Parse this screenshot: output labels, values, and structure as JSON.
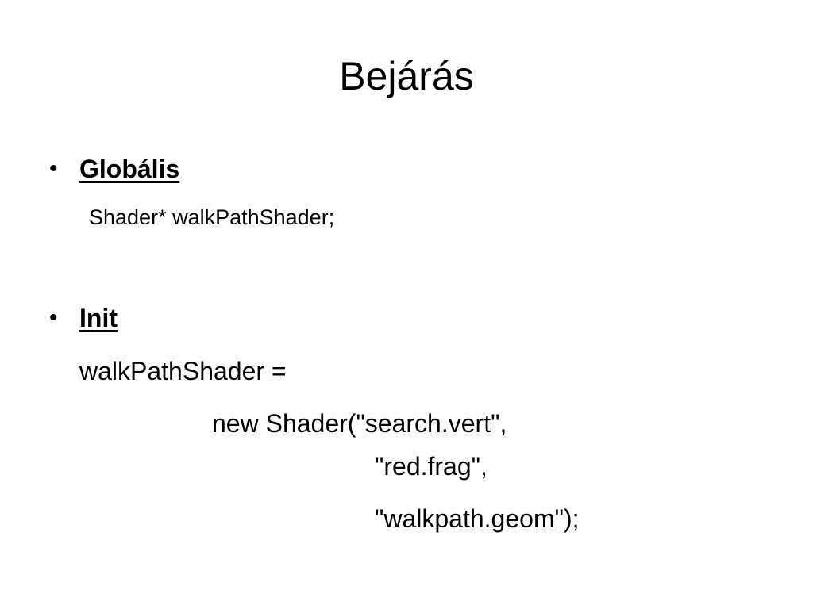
{
  "slide": {
    "title": "Bejárás",
    "bullet_glyph": "•",
    "sections": [
      {
        "label": "Globális",
        "lines": [
          "Shader* walkPathShader;"
        ]
      },
      {
        "label": "Init",
        "lines": [
          "walkPathShader =",
          "new Shader(\"search.vert\",",
          "\"red.frag\",",
          "\"walkpath.geom\");"
        ]
      }
    ]
  }
}
